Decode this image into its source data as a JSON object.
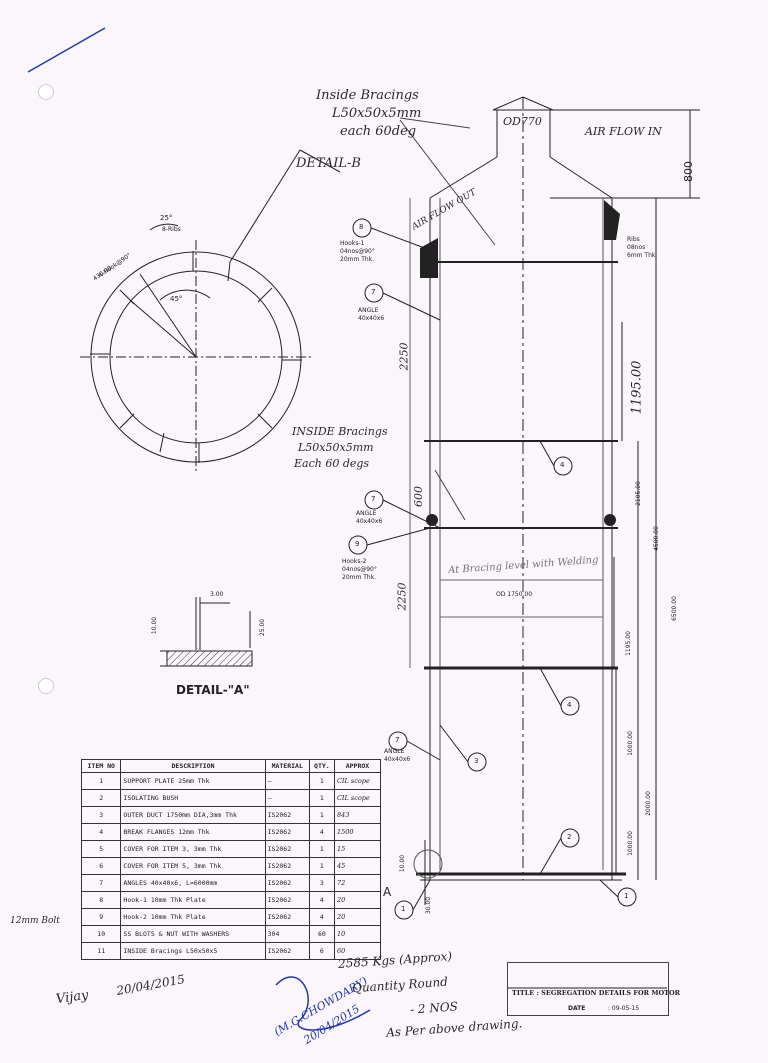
{
  "drawing": {
    "title": "TITLE : SEGREGATION DETAILS FOR MOTOR",
    "date_label": "DATE",
    "date_value": ": 09-05-15",
    "detail_a_caption": "DETAIL-\"A\"",
    "detail_b_label": "DETAIL-B"
  },
  "annotations": {
    "inside_bracings_top_1": "Inside Bracings",
    "inside_bracings_top_2": "L50x50x5mm",
    "inside_bracings_top_3": "each 60deg",
    "air_flow_in": "AIR FLOW IN",
    "air_flow_out": "AIR FLOW OUT",
    "od_770": "OD770",
    "dim_800": "800",
    "hooks1_1": "Hooks-1",
    "hooks1_2": "04nos@90°",
    "hooks1_3": "20mm Thk.",
    "angle_1": "ANGLE",
    "angle_2": "40x40x6",
    "ribs_1": "Ribs",
    "ribs_2": "08nos",
    "ribs_3": "6mm Thk.",
    "dim_2250_top": "2250",
    "dim_1195_hand": "1195.00",
    "inside_bracings_mid_1": "INSIDE Bracings",
    "inside_bracings_mid_2": "L50x50x5mm",
    "inside_bracings_mid_3": "Each 60 degs",
    "dim_600": "600",
    "hooks2_1": "Hooks-2",
    "hooks2_2": "04nos@90°",
    "hooks2_3": "20mm Thk.",
    "dim_2250_bot": "2250",
    "od_1750": "OD 1750.00",
    "dim_2105": "2105.00",
    "dim_4500": "4500.00",
    "dim_6500": "6500.00",
    "dim_1195": "1195.00",
    "dim_1000_a": "1000.00",
    "dim_2000": "2000.00",
    "dim_1000_b": "1000.00",
    "dim_10": "10.00",
    "dim_30": "30.00",
    "label_a": "A",
    "det_25deg": "25°",
    "det_8ribs": "8-Ribs",
    "det_430": "430.00",
    "det_4x90": "4-Hook@90°",
    "det_45deg": "45°",
    "det_a_300": "3.00",
    "det_a_1000": "10.00",
    "det_a_2500": "25.00"
  },
  "balloons": [
    "8",
    "7",
    "7",
    "9",
    "4",
    "4",
    "3",
    "2",
    "1",
    "1",
    "7"
  ],
  "bom": {
    "headers": [
      "ITEM NO",
      "DESCRIPTION",
      "MATERIAL",
      "QTY.",
      "APPROX"
    ],
    "rows": [
      [
        "1",
        "SUPPORT PLATE 25mm Thk",
        "—",
        "1",
        "CIL scope"
      ],
      [
        "2",
        "ISOLATING BUSH",
        "—",
        "1",
        "CIL scope"
      ],
      [
        "3",
        "OUTER DUCT 1750mm DIA,3mm Thk",
        "IS2062",
        "1",
        "843"
      ],
      [
        "4",
        "BREAK FLANGES 12mm Thk",
        "IS2062",
        "4",
        "1500"
      ],
      [
        "5",
        "COVER FOR ITEM 3, 3mm Thk",
        "IS2062",
        "1",
        "15"
      ],
      [
        "6",
        "COVER FOR ITEM 5, 3mm Thk",
        "IS2062",
        "1",
        "45"
      ],
      [
        "7",
        "ANGLES 40x40x6, L=6000mm",
        "IS2062",
        "3",
        "72"
      ],
      [
        "8",
        "Hook-1  10mm Thk Plate",
        "IS2062",
        "4",
        "20"
      ],
      [
        "9",
        "Hook-2  10mm Thk Plate",
        "IS2062",
        "4",
        "20"
      ],
      [
        "10",
        "SS BLOTS & NUT WITH WASHERS",
        "304",
        "60",
        "10"
      ],
      [
        "11",
        "INSIDE Bracings L50x50x5",
        "IS2062",
        "6",
        "60"
      ]
    ]
  },
  "handwritten": {
    "bolt_note": "12mm Bolt",
    "date_left": "20/04/2015",
    "signature_left": "Vijay",
    "weight_1": "2585 Kgs (Approx)",
    "weight_2": "Quantity Round",
    "weight_3": "- 2 NOS",
    "weight_4": "As Per above drawing.",
    "stamp_name": "(M.G.CHOWDARY)",
    "date_mid": "20/04/2015",
    "overlay_note": "At Bracing level with Welding"
  }
}
